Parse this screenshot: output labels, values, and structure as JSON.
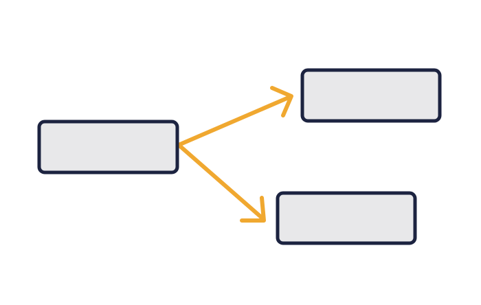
{
  "diagram": {
    "nodes": [
      {
        "id": "source",
        "label": ""
      },
      {
        "id": "target-top",
        "label": ""
      },
      {
        "id": "target-bottom",
        "label": ""
      }
    ],
    "edges": [
      {
        "from": "source",
        "to": "target-top"
      },
      {
        "from": "source",
        "to": "target-bottom"
      }
    ]
  },
  "colors": {
    "node_fill": "#e8e8ea",
    "node_stroke": "#1c2340",
    "edge": "#f0a830",
    "background": "#ffffff"
  }
}
